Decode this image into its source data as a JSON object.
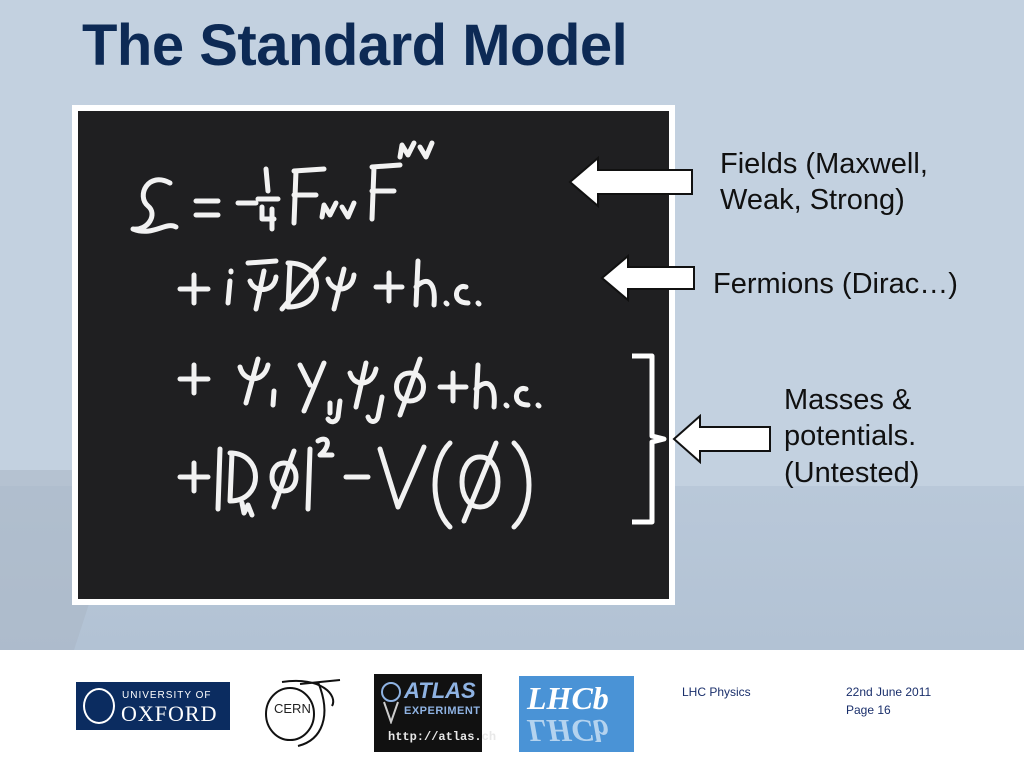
{
  "slide": {
    "title": "The Standard Model",
    "board_image": "chalkboard Lagrangian equation",
    "annotations": {
      "fields": [
        "Fields (Maxwell,",
        "Weak, Strong)"
      ],
      "fermions": [
        "Fermions (Dirac…)"
      ],
      "masses": [
        "Masses &",
        "potentials.",
        "(Untested)"
      ]
    },
    "colors": {
      "background": "#c3d1e0",
      "title": "#0d2a55",
      "board": "#1f1f21",
      "chalk": "#f2f2f2"
    }
  },
  "footer": {
    "logos": {
      "oxford": {
        "line1": "UNIVERSITY OF",
        "line2": "OXFORD"
      },
      "cern": {
        "text": "CERN"
      },
      "atlas": {
        "word": "ATLAS",
        "sub": "EXPERIMENT",
        "url": "http://atlas.ch"
      },
      "lhcb": {
        "word": "LHCb"
      }
    },
    "course": "LHC Physics",
    "date": "22nd June 2011",
    "page": "Page 16"
  }
}
